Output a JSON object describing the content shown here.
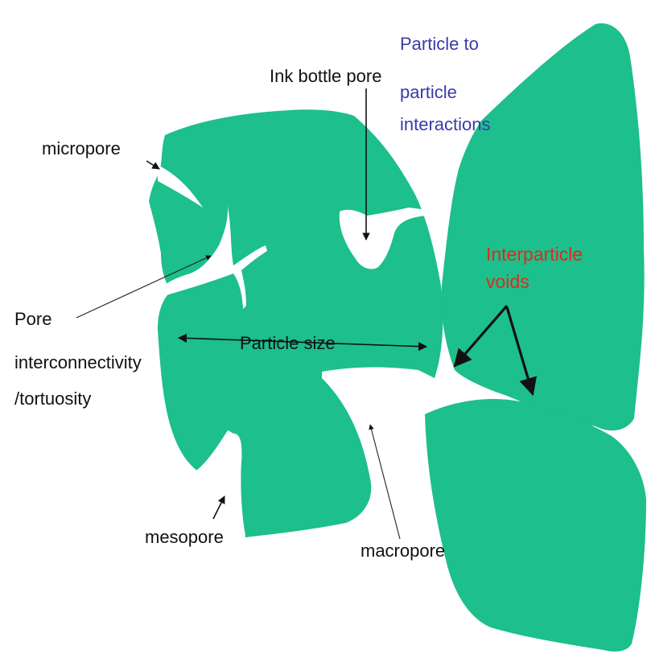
{
  "colors": {
    "particle": "#1dbf8c",
    "text": "#111111",
    "blue_label": "#3a3aa8",
    "red_label": "#e02a1a"
  },
  "labels": {
    "ink_bottle_pore": "Ink bottle pore",
    "particle_interactions": [
      "Particle to",
      "particle",
      "interactions"
    ],
    "micropore": "micropore",
    "interparticle_voids": [
      "Interparticle",
      "voids"
    ],
    "pore_interconnectivity": [
      "Pore",
      "interconnectivity",
      "/tortuosity"
    ],
    "particle_size": "Particle size",
    "mesopore": "mesopore",
    "macropore": "macropore"
  }
}
